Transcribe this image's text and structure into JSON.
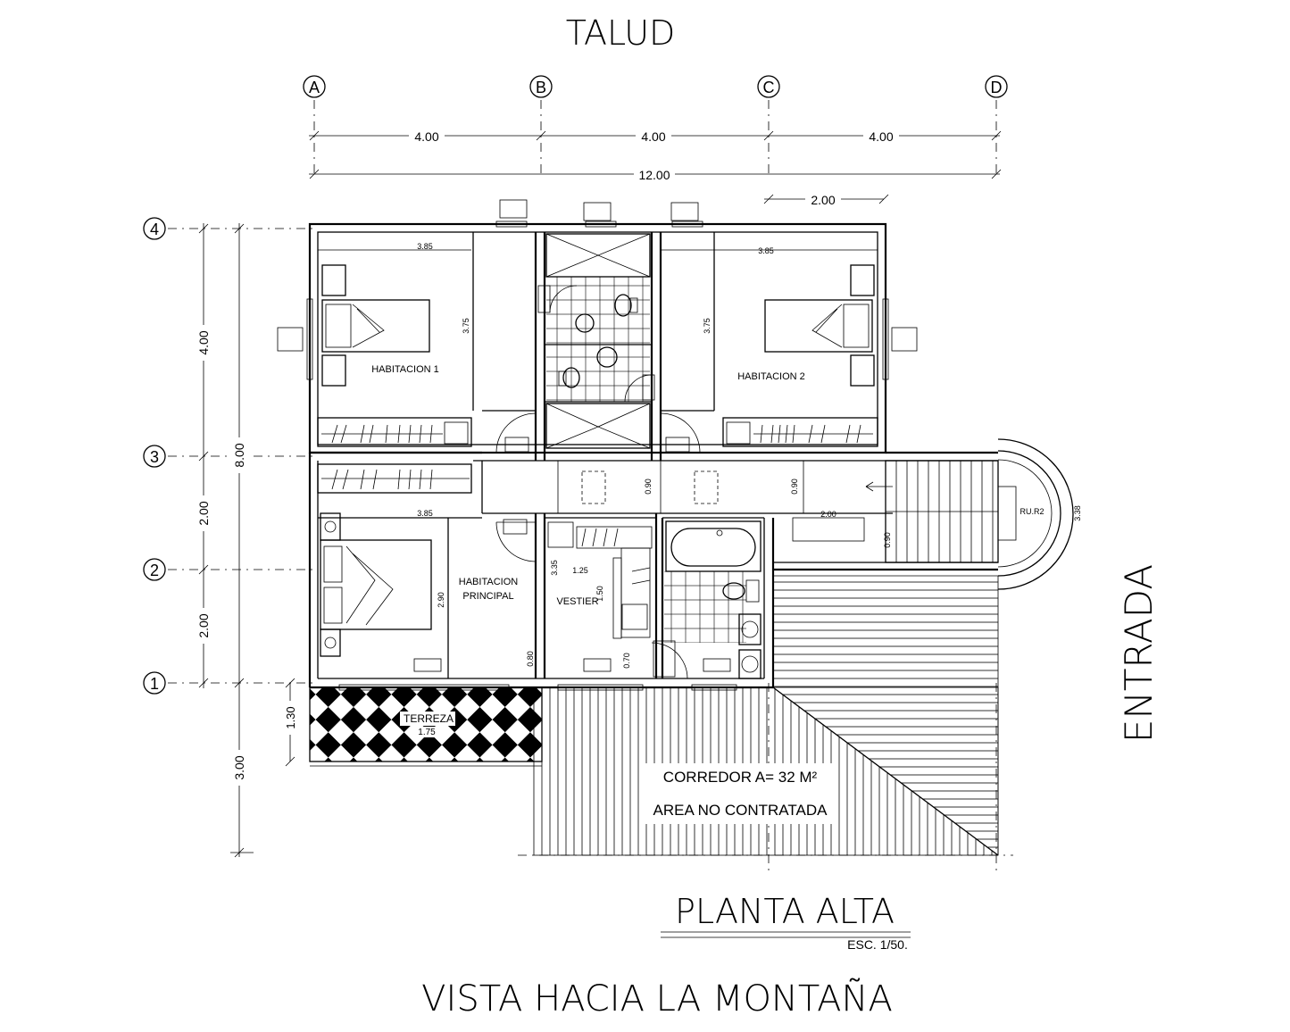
{
  "labels": {
    "talud": "TALUD",
    "entrada": "ENTRADA",
    "title": "PLANTA ALTA",
    "scale": "ESC. 1/50.",
    "view": "VISTA HACIA LA MONTAÑA",
    "corredor": "CORREDOR A= 32 M²",
    "area_nc": "AREA NO CONTRATADA"
  },
  "axes": {
    "columns": [
      "A",
      "B",
      "C",
      "D"
    ],
    "rows": [
      "4",
      "3",
      "2",
      "1"
    ]
  },
  "dimensions": {
    "top_bays": [
      "4.00",
      "4.00",
      "4.00"
    ],
    "top_total": "12.00",
    "top_sub": "2.00",
    "left_bays": [
      "4.00",
      "2.00",
      "2.00"
    ],
    "left_total": "8.00",
    "left_bottom": "3.00",
    "terrace": "1.30",
    "hall": "2.00",
    "room_widths": [
      "3.85",
      "3.85",
      "3.85"
    ],
    "room_heights": [
      "3.75",
      "3.75"
    ],
    "dim_090": "0.90",
    "dim_080": "0.80",
    "dim_290": "2.90",
    "dim_125": "1.25",
    "dim_335": "3.35",
    "dim_150": "1.50",
    "dim_175": "1.75",
    "dim_070": "0.70",
    "dim_338": "3.38",
    "dim_nr": "RU.R2"
  },
  "rooms": {
    "hab1": "HABITACION 1",
    "hab2": "HABITACION 2",
    "principal_a": "HABITACION",
    "principal_b": "PRINCIPAL",
    "vestier": "VESTIER",
    "terraza": "TERREZA"
  }
}
